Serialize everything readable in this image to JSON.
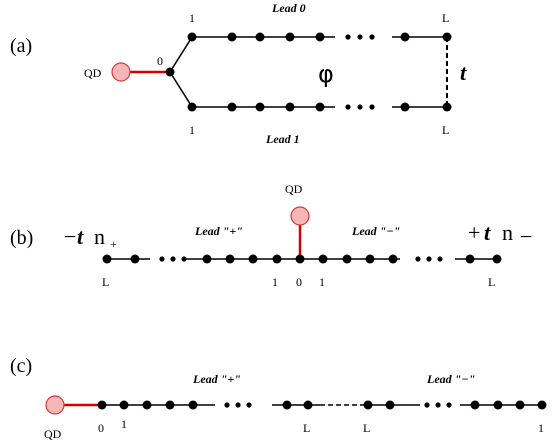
{
  "panels": {
    "a": {
      "label": "(a)",
      "qd": "QD",
      "junction_site": "0",
      "lead0_label": "Lead 0",
      "lead1_label": "Lead 1",
      "site_first_top": "1",
      "site_first_bottom": "1",
      "site_last_top": "L",
      "site_last_bottom": "L",
      "flux": "φ",
      "coupling": "t"
    },
    "b": {
      "label": "(b)",
      "qd": "QD",
      "left_sign": "−",
      "left_t": "t",
      "left_n": "n",
      "left_sub": "+",
      "right_sign": "+",
      "right_t": "t",
      "right_n": "n",
      "right_sub": "−",
      "lead_plus": "Lead \"+\"",
      "lead_minus": "Lead \"−\"",
      "site_L_left": "L",
      "site_1_left": "1",
      "site_0": "0",
      "site_1_right": "1",
      "site_L_right": "L"
    },
    "c": {
      "label": "(c)",
      "qd": "QD",
      "lead_plus": "Lead \"+\"",
      "lead_minus": "Lead \"−\"",
      "site_0": "0",
      "site_1_left": "1",
      "site_L_a": "L",
      "site_L_b": "L",
      "site_1_right": "1"
    }
  },
  "colors": {
    "qd_fill": "#f4b6b6",
    "qd_stroke": "#d33a3a",
    "qd_link": "#d40000",
    "chain": "#000000"
  }
}
